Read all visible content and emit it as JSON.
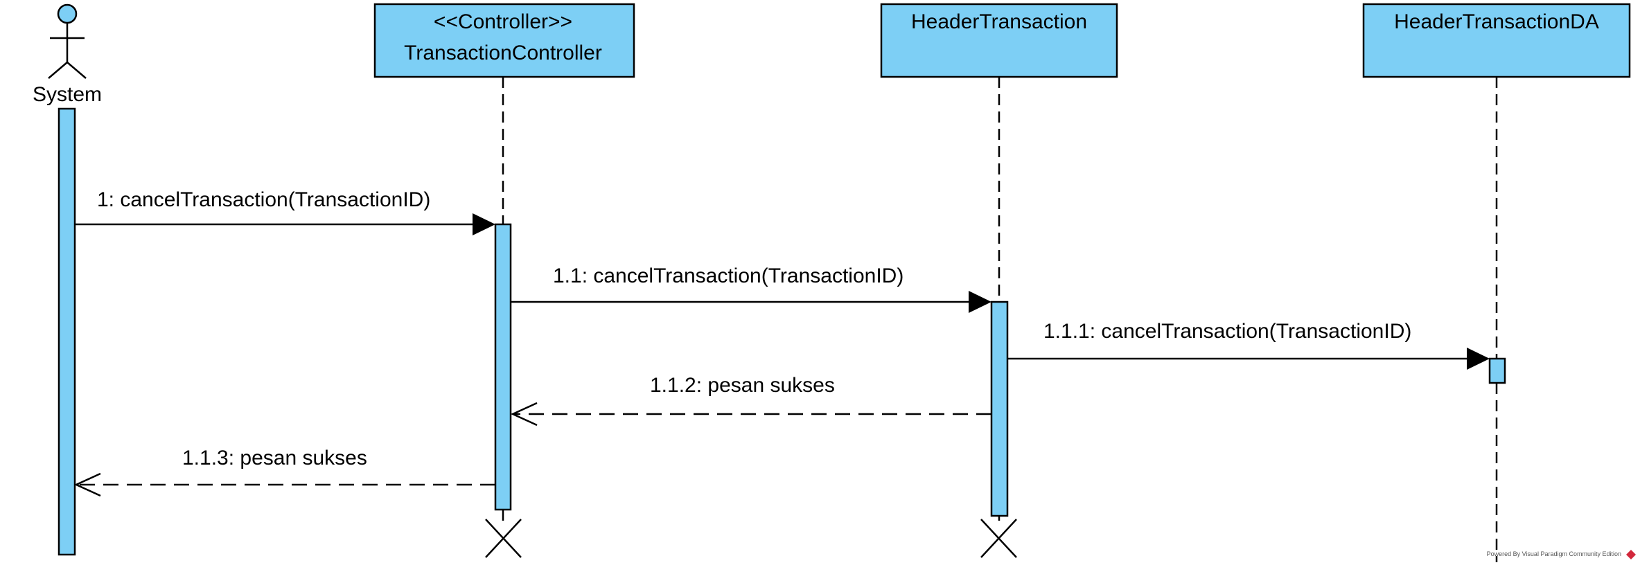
{
  "diagram": {
    "actor": {
      "name": "System"
    },
    "lifelines": [
      {
        "id": "controller",
        "stereotype": "<<Controller>>",
        "name": "TransactionController"
      },
      {
        "id": "header",
        "stereotype": "",
        "name": "HeaderTransaction"
      },
      {
        "id": "da",
        "stereotype": "",
        "name": "HeaderTransactionDA"
      }
    ],
    "messages": [
      {
        "id": "m1",
        "label": "1: cancelTransaction(TransactionID)",
        "kind": "sync"
      },
      {
        "id": "m2",
        "label": "1.1: cancelTransaction(TransactionID)",
        "kind": "sync"
      },
      {
        "id": "m3",
        "label": "1.1.1: cancelTransaction(TransactionID)",
        "kind": "sync"
      },
      {
        "id": "m4",
        "label": "1.1.2: pesan sukses",
        "kind": "return"
      },
      {
        "id": "m5",
        "label": "1.1.3: pesan sukses",
        "kind": "return"
      }
    ]
  },
  "footer": {
    "watermark": "Powered By Visual Paradigm Community Edition"
  },
  "colors": {
    "fill": "#7dcff5",
    "stroke": "#000000"
  }
}
